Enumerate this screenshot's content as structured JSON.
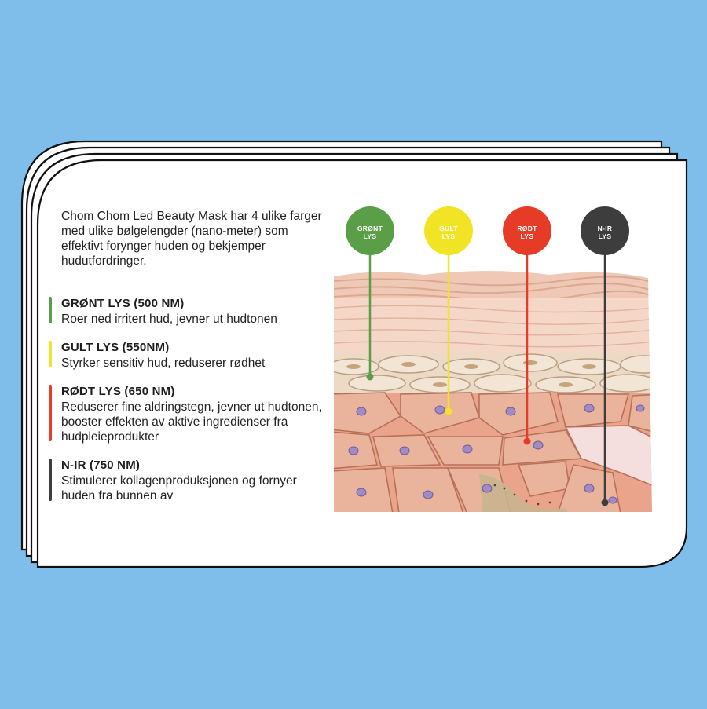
{
  "intro_text": "Chom Chom Led Beauty Mask har 4 ulike farger med ulike bølgelengder (nano-meter) som effektivt forynger huden og bekjemper hudutfordringer.",
  "lights": [
    {
      "title": "GRØNT LYS (500 NM)",
      "description": "Roer ned irritert hud, jevner ut hudtonen",
      "color": "#5a9e47",
      "badge_line1": "GRØNT",
      "badge_line2": "LYS"
    },
    {
      "title": "GULT LYS (550NM)",
      "description": "Styrker sensitiv hud, reduserer rødhet",
      "color": "#f1e424",
      "badge_line1": "GULT",
      "badge_line2": "LYS"
    },
    {
      "title": "RØDT LYS (650 NM)",
      "description": "Reduserer fine aldringstegn, jevner ut hudtonen, booster effekten av aktive ingredienser fra hudpleieprodukter",
      "color": "#e63b26",
      "badge_line1": "RØDT",
      "badge_line2": "LYS"
    },
    {
      "title": "N-IR (750 NM)",
      "description": "Stimulerer kollagenproduksjonen og fornyer huden fra bunnen av",
      "color": "#3d3d3d",
      "badge_line1": "N-IR",
      "badge_line2": "LYS"
    }
  ],
  "colors": {
    "background": "#7fbeea",
    "card": "#ffffff",
    "outline": "#111111"
  }
}
